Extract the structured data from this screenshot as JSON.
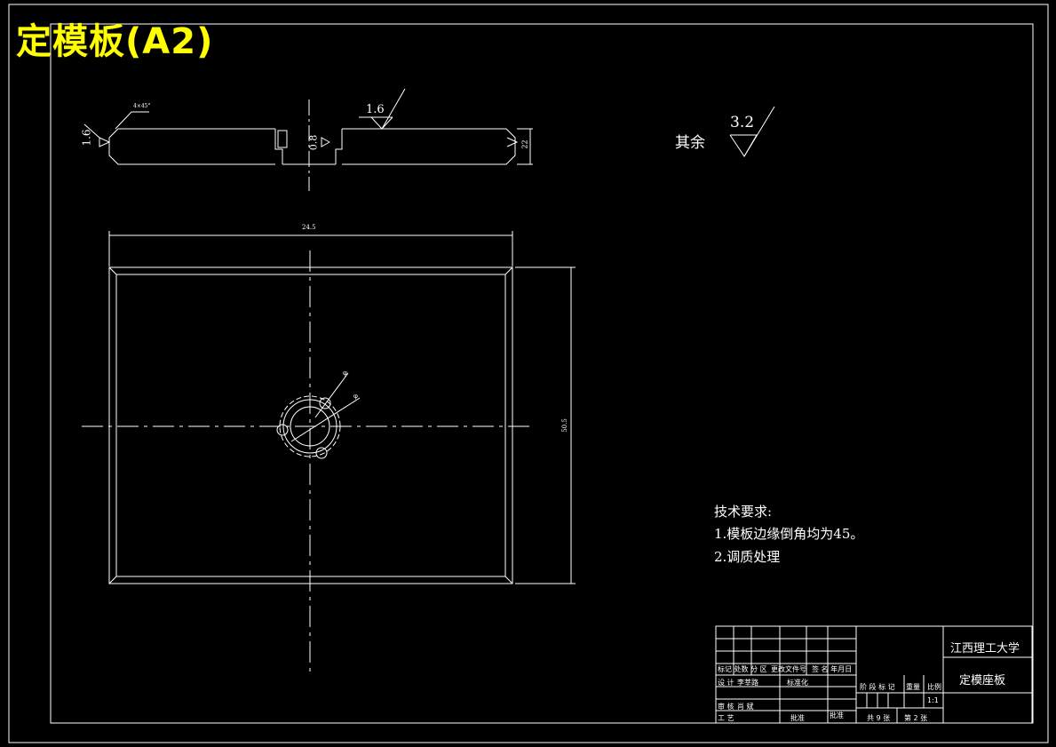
{
  "title": "定模板(A2)",
  "roughness": {
    "rest_label": "其余",
    "rest_value": "3.2",
    "top_value": "1.6",
    "left_value": "1.6",
    "center_value": "0.8",
    "chamfer_note": "4×45°",
    "right_dim": "22"
  },
  "plan_view": {
    "width_dim": "24.5",
    "height_dim": "50.5",
    "hole_dim_1": "φ",
    "hole_dim_2": "φ"
  },
  "tech_requirements": {
    "heading": "技术要求:",
    "item1": "1.模板边缘倒角均为45。",
    "item2": "2.调质处理"
  },
  "title_block": {
    "school": "江西理工大学",
    "part_name": "定模座板",
    "row_labels": [
      "标记 处数 分 区",
      "更改文件号",
      "签 名 年月日"
    ],
    "design_row": [
      "设 计",
      "李莘路",
      "标准化"
    ],
    "review_row": [
      "审 核",
      "肖 斌"
    ],
    "craft_row": [
      "工 艺",
      "批准"
    ],
    "stage_headers": [
      "阶 段 标 记",
      "重量",
      "比例"
    ],
    "scale": "1:1",
    "sheet_info": [
      "共 9 张",
      "第 2 张"
    ],
    "approval": "批准",
    "standard_label": "标准化"
  },
  "colors": {
    "line": "#ffffff",
    "title": "#ffff00",
    "background": "#000000"
  }
}
